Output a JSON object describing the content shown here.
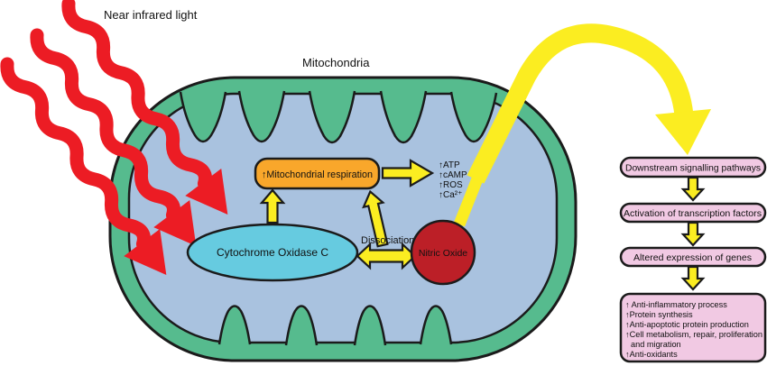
{
  "labels": {
    "near_infrared_light": "Near infrared light",
    "mitochondria": "Mitochondria",
    "dissociation": "Dissociation"
  },
  "nodes": {
    "respiration": "↑Mitochondrial respiration",
    "cytochrome": "Cytochrome Oxidase C",
    "nitric_oxide": "Nitric Oxide"
  },
  "messengers": {
    "lines": [
      "↑ATP",
      "↑cAMP",
      "↑ROS",
      "↑Ca²⁺"
    ]
  },
  "right_column": {
    "boxes": [
      {
        "label": "Downstream signalling pathways"
      },
      {
        "label": "Activation of transcription factors"
      },
      {
        "label": "Altered expression of genes"
      }
    ],
    "outcomes": {
      "lines": [
        "↑ Anti-inflammatory process",
        "↑Protein synthesis",
        "↑Anti-apoptotic protein production",
        "↑Cell metabolism, repair, proliferation",
        "and migration",
        "↑Anti-oxidants"
      ]
    }
  },
  "colors": {
    "nir_red": "#EC1C24",
    "membrane_green": "#56BB8E",
    "matrix_blue": "#A9C2DF",
    "cytochrome_cyan": "#66CBE0",
    "respiration_orange": "#F9A72B",
    "arrow_yellow": "#FBED21",
    "nitric_oxide_red": "#BC1F27",
    "pathway_pink": "#F1C9E3",
    "outline_black": "#1b1b1b"
  }
}
